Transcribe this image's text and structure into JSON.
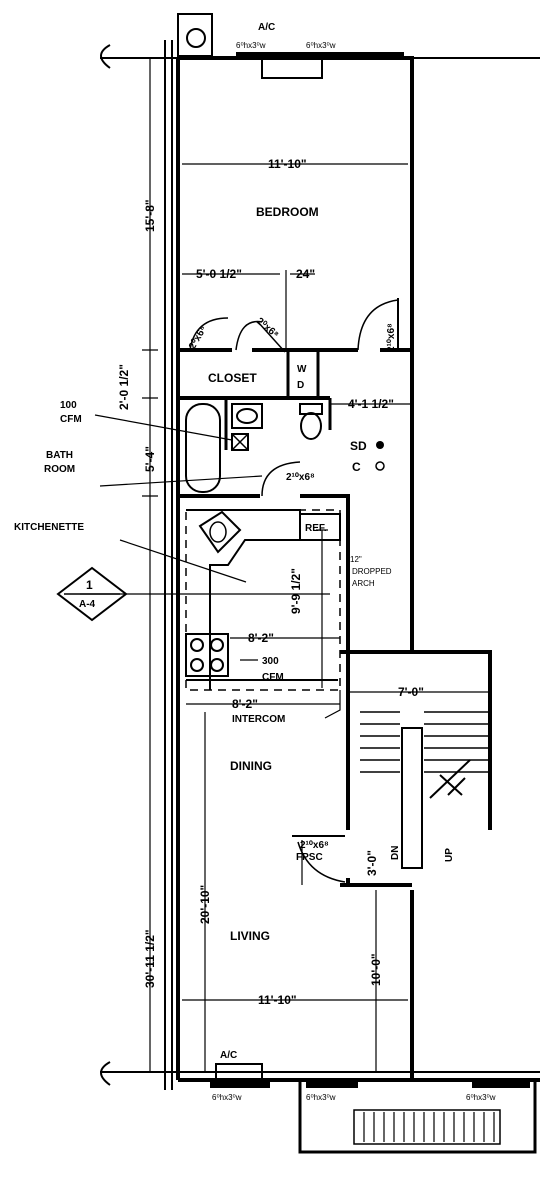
{
  "rooms": {
    "bedroom": "BEDROOM",
    "closet": "CLOSET",
    "bath": [
      "BATH",
      "ROOM"
    ],
    "kitchenette": "KITCHENETTE",
    "dining": "DINING",
    "living": "LIVING"
  },
  "fixtures": {
    "ac_top": "A/C",
    "ac_bottom": "A/C",
    "fan_100": [
      "100",
      "CFM"
    ],
    "fan_300": [
      "300",
      "CFM"
    ],
    "ref": "REF.",
    "wd": [
      "W",
      "D"
    ],
    "sd": "SD",
    "c": "C",
    "intercom": "INTERCOM",
    "fpsc": "FPSC",
    "dropped_arch": [
      "12\"",
      "DROPPED",
      "ARCH"
    ],
    "stair_dn": "DN",
    "stair_up": "UP"
  },
  "section_mark": {
    "number": "1",
    "sheet": "A-4"
  },
  "dimensions": {
    "overall_top": "15'-8\"",
    "overall_bottom": "30'-11 1/2\"",
    "bath_height": "5'-4\"",
    "closet_height": "2'-0 1/2\"",
    "bedroom_width": "11'-10\"",
    "living_width": "11'-10\"",
    "closet_width": "5'-0 1/2\"",
    "wd_width": "24\"",
    "bedroom_door": "4'-1 1/2\"",
    "kitchen_height": "9'-9 1/2\"",
    "kitchen_width_1": "8'-2\"",
    "kitchen_width_2": "8'-2\"",
    "stair_width": "7'-0\"",
    "living_height": "20'-10\"",
    "stair_landing": "10'-0\"",
    "stair_door": "3'-0\""
  },
  "doors": {
    "closet_left": "2⁰x6⁸",
    "closet_right": "2⁰x6⁸",
    "bedroom": "2¹⁰x6⁸",
    "bath": "2¹⁰x6⁸",
    "entry": "2¹⁰x6⁸"
  },
  "windows": {
    "top_left": "6⁰hx3⁰w",
    "top_right": "6⁰hx3⁰w",
    "bottom_left": "6⁰hx3⁰w",
    "bottom_mid": "6⁰hx3⁰w",
    "bottom_right": "6⁰hx3⁰w"
  },
  "colors": {
    "ink": "#000000",
    "paper": "#ffffff"
  }
}
